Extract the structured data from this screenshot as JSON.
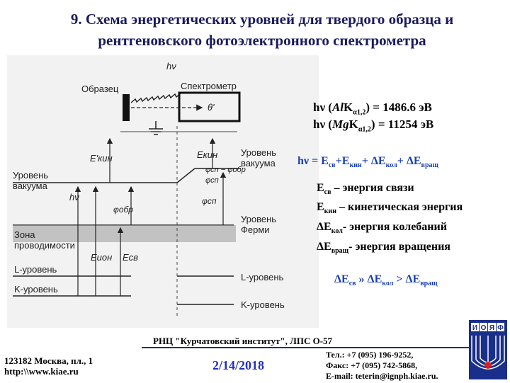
{
  "title": {
    "line1": "9. Схема энергетических уровней для твердого образца и",
    "line2": "рентгеновского фотоэлектронного спектрометра"
  },
  "diagram": {
    "sample_label": "Образец",
    "spectrometer_label": "Спектрометр",
    "hv_label": "hν",
    "theta_label": "θ'",
    "e_kin_prime_label": "E'кин",
    "e_kin_label": "Eкин",
    "vacuum_level_left": [
      "Уровень",
      "вакуума"
    ],
    "vacuum_level_right": [
      "Уровень",
      "вакуума"
    ],
    "fermi_level": [
      "Уровень",
      "Ферми"
    ],
    "conduction_band": [
      "Зона",
      "проводимости"
    ],
    "phi_obr_label": "φобр",
    "phi_sp_label": "φсп",
    "phi_diff_label": "φсп − φобр",
    "phi_sp_right_label": "φсп",
    "e_ion_label": "Eион",
    "e_sv_label": "Eсв",
    "l_level_left": "L-уровень",
    "k_level_left": "K-уровень",
    "l_level_right": "L-уровень",
    "k_level_right": "K-уровень"
  },
  "equations": {
    "al_prefix": "hν (",
    "al_name": "Al",
    "al_k": "K",
    "al_sub": "α1,2",
    "al_value": ") = 1486.6 эВ",
    "mg_prefix": "hν (",
    "mg_name": "Mg",
    "mg_k": "K",
    "mg_sub": "α1,2",
    "mg_value": ") = 11254 эВ",
    "balance_start": "hν = E",
    "balance_sv_sub": "св",
    "balance_plus1": "+E",
    "balance_kin_sub": "кин",
    "balance_plus2": "+ ΔE",
    "balance_kol_sub": "кол",
    "balance_plus3": "+ ΔE",
    "balance_vrash_sub": "вращ"
  },
  "definitions": [
    {
      "sym": "E",
      "sub": "св",
      "text": " – энергия связи"
    },
    {
      "sym": "E",
      "sub": "кин",
      "text": " – кинетическая энергия"
    },
    {
      "sym": "ΔE",
      "sub": "кол",
      "text": "- энергия колебаний"
    },
    {
      "sym": "ΔE",
      "sub": "вращ",
      "text": "- энергия вращения"
    }
  ],
  "relation": {
    "part1": "ΔE",
    "sub1": "св",
    "part2": " » ΔE",
    "sub2": "кол",
    "part3": " > ΔE",
    "sub3": "вращ"
  },
  "footer": {
    "organization": "РНЦ \"Курчатовский институт\", ЛПС О-57",
    "address_line1": "123182 Москва, пл., 1",
    "address_line2": "http:\\\\www.kiae.ru",
    "date": "2/14/2018",
    "phone": "Тел.:    +7 (095) 196-9252,",
    "fax": "Факс:  +7 (095) 742-5868,",
    "email": "E-mail: teterin@ignph.kiae.ru."
  },
  "logo": {
    "letters": [
      "И",
      "О",
      "Я",
      "Ф"
    ],
    "color": "#1a2f8a"
  },
  "colors": {
    "title": "#1a1a5e",
    "accent_blue": "#1a3fb3",
    "date": "#2030c0"
  }
}
